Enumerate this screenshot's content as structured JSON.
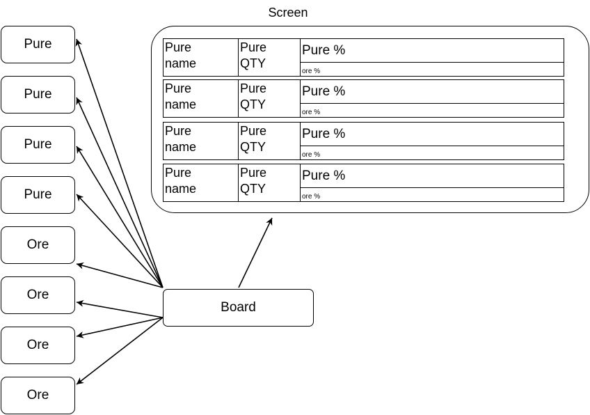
{
  "screen": {
    "title": "Screen",
    "rows": [
      {
        "name": "Pure\nname",
        "qty": "Pure\nQTY",
        "pure_pct": "Pure %",
        "ore_pct": "ore %"
      },
      {
        "name": "Pure\nname",
        "qty": "Pure\nQTY",
        "pure_pct": "Pure %",
        "ore_pct": "ore %"
      },
      {
        "name": "Pure\nname",
        "qty": "Pure\nQTY",
        "pure_pct": "Pure %",
        "ore_pct": "ore %"
      },
      {
        "name": "Pure\nname",
        "qty": "Pure\nQTY",
        "pure_pct": "Pure %",
        "ore_pct": "ore %"
      }
    ]
  },
  "board": {
    "label": "Board"
  },
  "left_nodes": [
    {
      "label": "Pure"
    },
    {
      "label": "Pure"
    },
    {
      "label": "Pure"
    },
    {
      "label": "Pure"
    },
    {
      "label": "Ore"
    },
    {
      "label": "Ore"
    },
    {
      "label": "Ore"
    },
    {
      "label": "Ore"
    }
  ]
}
